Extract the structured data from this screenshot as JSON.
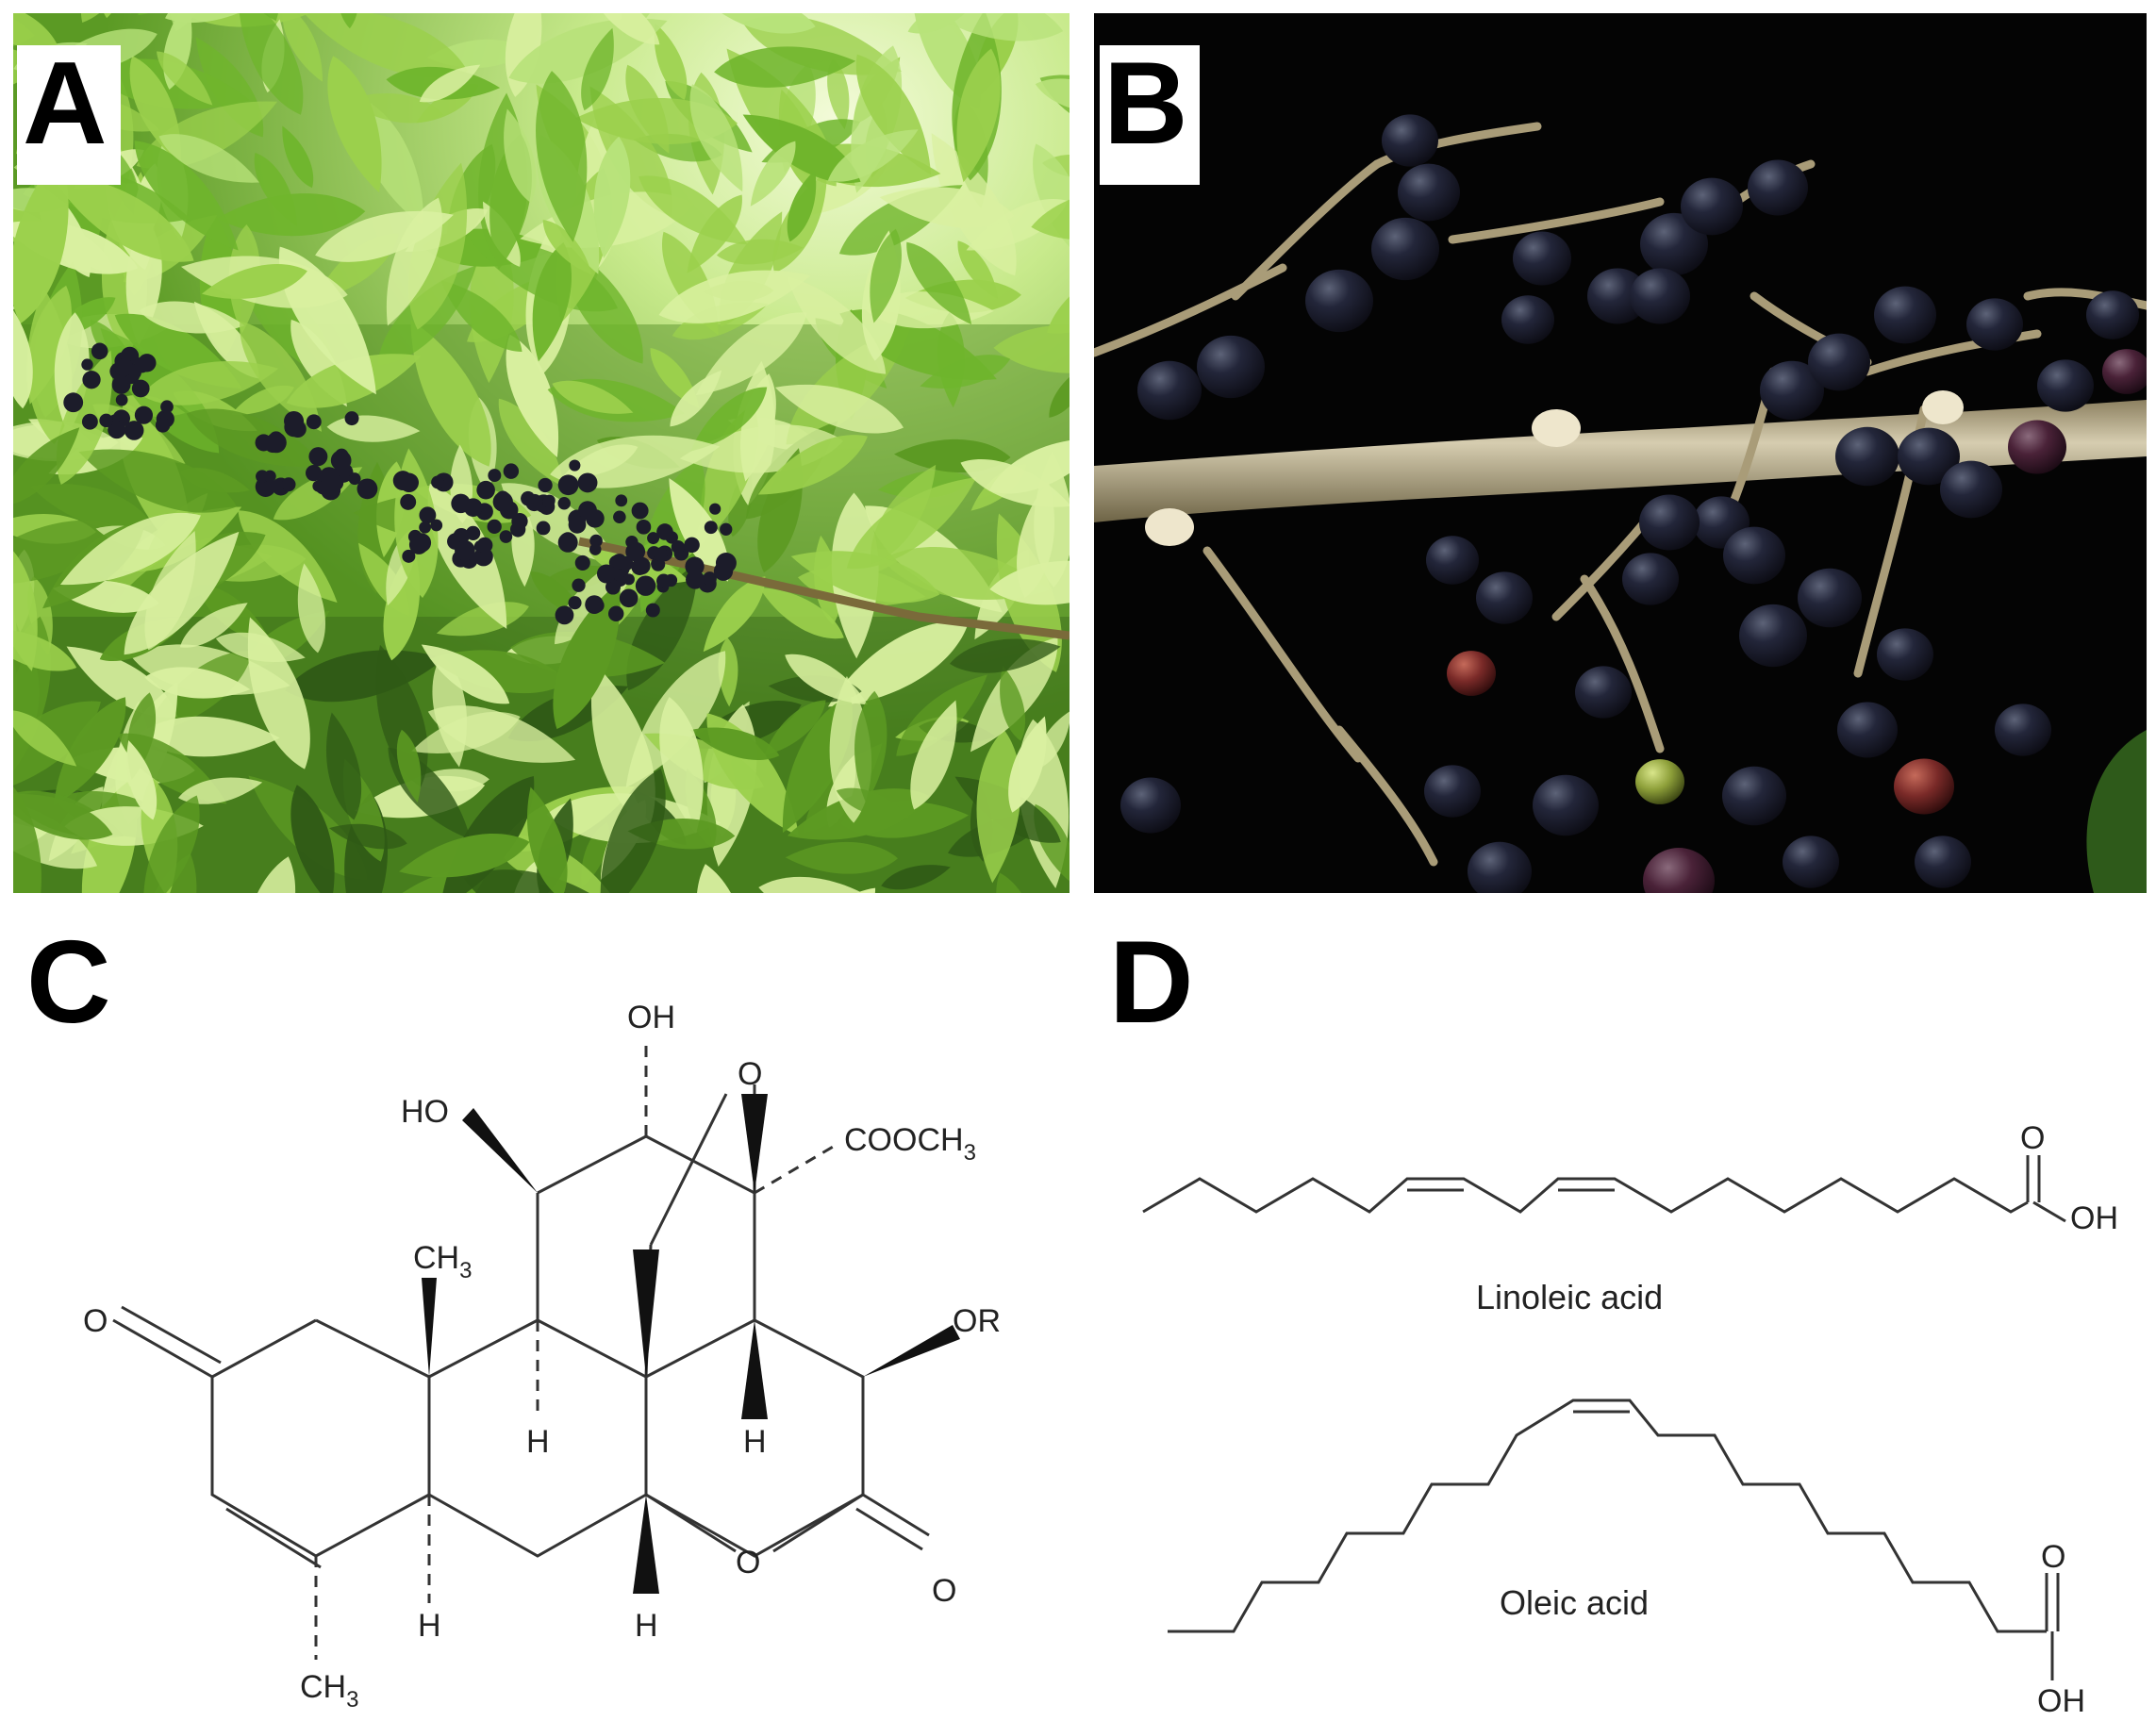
{
  "panels": {
    "a": {
      "label": "A"
    },
    "b": {
      "label": "B"
    },
    "c": {
      "label": "C",
      "atoms": {
        "oh_top": "OH",
        "ho_left": "HO",
        "o_bridge": "O",
        "cooch3": "COOCH",
        "cooch3_sub": "3",
        "ch3_top": "CH",
        "ch3_top_sub": "3",
        "o_ketone": "O",
        "or_group": "OR",
        "h_left": "H",
        "h_right": "H",
        "h_bottom_left": "H",
        "h_bottom_mid": "H",
        "o_ring": "O",
        "o_lactone": "O",
        "ch3_bottom": "CH",
        "ch3_bottom_sub": "3"
      }
    },
    "d": {
      "label": "D",
      "linoleic": {
        "name": "Linoleic acid",
        "o": "O",
        "oh": "OH"
      },
      "oleic": {
        "name": "Oleic acid",
        "o": "O",
        "oh": "OH"
      }
    }
  },
  "colors": {
    "foliage_light": "#b8e27a",
    "foliage_mid": "#6fb52c",
    "foliage_dark": "#2f5a16",
    "berry": "#1c1c2a",
    "stem": "#b7ab8a",
    "night_bg": "#050505"
  }
}
